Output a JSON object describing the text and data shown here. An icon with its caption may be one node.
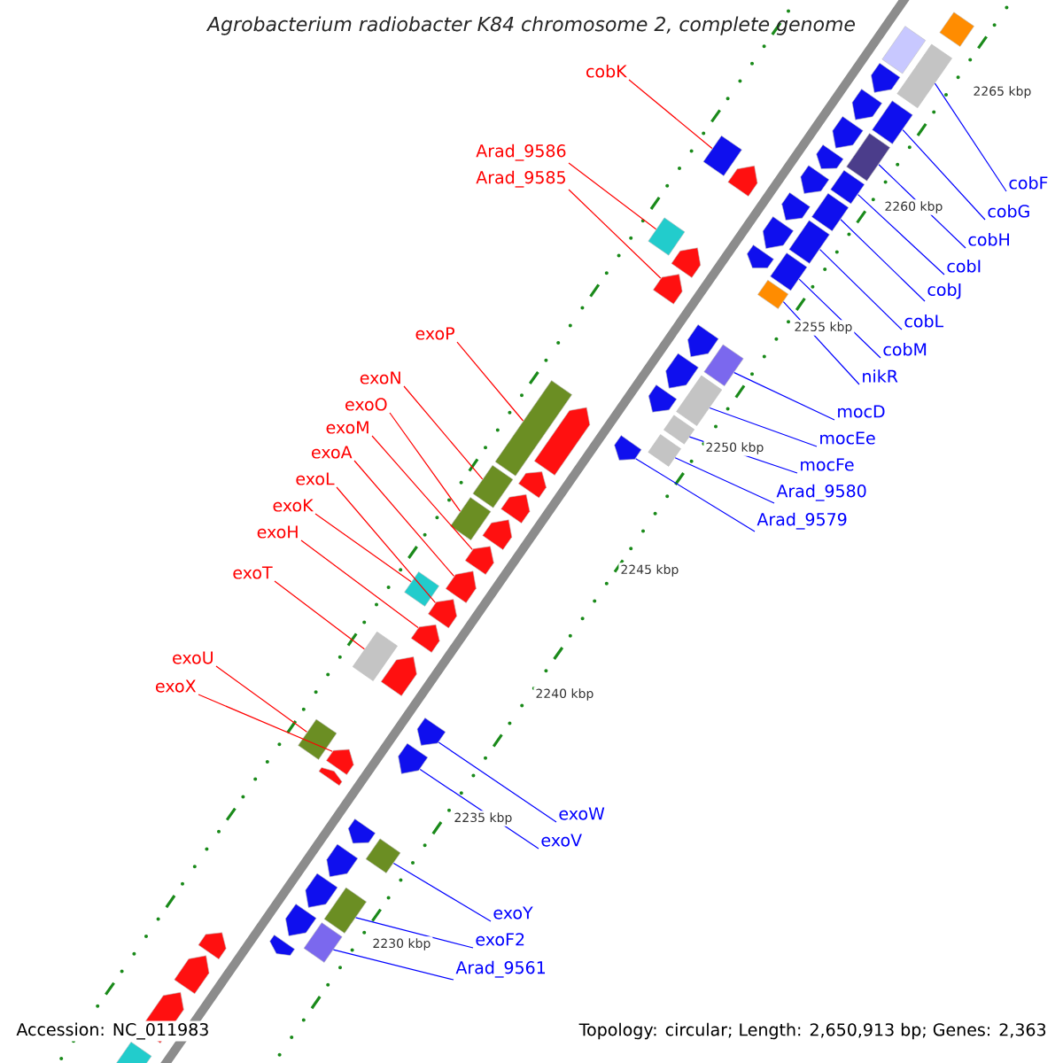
{
  "diagram": {
    "title": "Agrobacterium radiobacter K84 chromosome 2, complete genome",
    "nodes": [
      {
        "text": [
          "cobK"
        ]
      },
      {
        "text": [
          "cobF"
        ]
      },
      {
        "text": [
          "Arad_9586"
        ]
      },
      {
        "text": [
          "Arad_9585"
        ]
      },
      {
        "text": [
          "cobG"
        ]
      },
      {
        "text": [
          "cobH"
        ]
      },
      {
        "text": [
          "cobI"
        ]
      },
      {
        "text": [
          "cobJ"
        ]
      },
      {
        "text": [
          "cobL"
        ]
      },
      {
        "text": [
          "cobM"
        ]
      },
      {
        "text": [
          "nikR"
        ]
      },
      {
        "text": [
          "exoP"
        ]
      },
      {
        "text": [
          "exoN"
        ]
      },
      {
        "text": [
          "mocD"
        ]
      },
      {
        "text": [
          "exoO"
        ]
      },
      {
        "text": [
          "exoM"
        ]
      },
      {
        "text": [
          "mocEe"
        ]
      },
      {
        "text": [
          "exoA"
        ]
      },
      {
        "text": [
          "mocFe"
        ]
      },
      {
        "text": [
          "exoL"
        ]
      },
      {
        "text": [
          "Arad_9580"
        ]
      },
      {
        "text": [
          "exoK"
        ]
      },
      {
        "text": [
          "Arad_9579"
        ]
      },
      {
        "text": [
          "exoH"
        ]
      },
      {
        "text": [
          "exoT"
        ]
      },
      {
        "text": [
          "exoU"
        ]
      },
      {
        "text": [
          "exoX"
        ]
      },
      {
        "text": [
          "exoW"
        ]
      },
      {
        "text": [
          "exoV"
        ]
      },
      {
        "text": [
          "exoY"
        ]
      },
      {
        "text": [
          "exoF2"
        ]
      },
      {
        "text": [
          "Arad_9561"
        ]
      },
      {
        "text": [],
        "shape": "box"
      },
      {
        "text": [],
        "shape": "box"
      },
      {
        "text": [],
        "shape": "box"
      },
      {
        "text": [],
        "shape": "arrow"
      },
      {
        "text": [],
        "shape": "arrow"
      },
      {
        "text": [],
        "shape": "box"
      },
      {
        "text": [],
        "shape": "arrow"
      },
      {
        "text": [],
        "shape": "arrow"
      },
      {
        "text": [],
        "shape": "box"
      },
      {
        "text": [],
        "shape": "arrow"
      },
      {
        "text": [],
        "shape": "box"
      },
      {
        "text": [],
        "shape": "box"
      },
      {
        "text": [],
        "shape": "arrow"
      },
      {
        "text": [],
        "shape": "arrow"
      },
      {
        "text": [],
        "shape": "box"
      },
      {
        "text": [],
        "shape": "arrow"
      },
      {
        "text": [],
        "shape": "box"
      },
      {
        "text": [],
        "shape": "box"
      },
      {
        "text": [],
        "shape": "arrow"
      },
      {
        "text": [],
        "shape": "arrow"
      },
      {
        "text": [],
        "shape": "box"
      },
      {
        "text": [],
        "shape": "arrow"
      },
      {
        "text": [],
        "shape": "box"
      },
      {
        "text": [],
        "shape": "box"
      },
      {
        "text": [],
        "shape": "arrow"
      },
      {
        "text": [],
        "shape": "box"
      },
      {
        "text": [],
        "shape": "arrow"
      },
      {
        "text": [],
        "shape": "box"
      },
      {
        "text": [],
        "shape": "arrow"
      },
      {
        "text": [],
        "shape": "arrow"
      },
      {
        "text": [],
        "shape": "box"
      },
      {
        "text": [],
        "shape": "arrow"
      },
      {
        "text": [],
        "shape": "box"
      },
      {
        "text": [],
        "shape": "arrow"
      },
      {
        "text": [],
        "shape": "arrow"
      },
      {
        "text": [],
        "shape": "arrow"
      },
      {
        "text": [],
        "shape": "arrow"
      },
      {
        "text": [],
        "shape": "arrow"
      },
      {
        "text": [],
        "shape": "arrow"
      },
      {
        "text": [],
        "shape": "box"
      },
      {
        "text": [],
        "shape": "arrow"
      },
      {
        "text": [],
        "shape": "box"
      },
      {
        "text": [],
        "shape": "arrow"
      },
      {
        "text": [],
        "shape": "box"
      },
      {
        "text": [],
        "shape": "arrow"
      },
      {
        "text": [],
        "shape": "arrow"
      },
      {
        "text": [],
        "shape": "arrow"
      },
      {
        "text": [],
        "shape": "arrow"
      },
      {
        "text": [],
        "shape": "arrow"
      },
      {
        "text": [],
        "shape": "box"
      },
      {
        "text": [],
        "shape": "arrow"
      },
      {
        "text": [],
        "shape": "arrow"
      },
      {
        "text": [],
        "shape": "box"
      },
      {
        "text": [],
        "shape": "arrow"
      },
      {
        "text": [],
        "shape": "box"
      },
      {
        "text": [],
        "shape": "arrow"
      },
      {
        "text": [],
        "shape": "arrow"
      },
      {
        "text": [],
        "shape": "arrow"
      },
      {
        "text": [],
        "shape": "arrow"
      },
      {
        "text": [],
        "shape": "box"
      },
      {
        "text": [],
        "shape": "box"
      },
      {
        "text": [],
        "shape": "box"
      }
    ],
    "edges": [
      {
        "from": 0,
        "to": 57,
        "arrow": "none",
        "color": "#ff0000"
      },
      {
        "from": 1,
        "to": 33,
        "arrow": "none"
      },
      {
        "from": 2,
        "to": 59,
        "arrow": "none",
        "color": "#ff0000"
      },
      {
        "from": 3,
        "to": 61,
        "arrow": "none",
        "color": "#ff0000"
      },
      {
        "from": 4,
        "to": 37,
        "arrow": "none"
      },
      {
        "from": 5,
        "to": 40,
        "arrow": "none"
      },
      {
        "from": 6,
        "to": 42,
        "arrow": "none"
      },
      {
        "from": 7,
        "to": 43,
        "arrow": "none"
      },
      {
        "from": 8,
        "to": 46,
        "arrow": "none"
      },
      {
        "from": 9,
        "to": 48,
        "arrow": "none"
      },
      {
        "from": 10,
        "to": 49,
        "arrow": "none"
      },
      {
        "from": 11,
        "to": 62,
        "arrow": "none",
        "color": "#ff0000"
      },
      {
        "from": 12,
        "to": 64,
        "arrow": "none",
        "color": "#ff0000"
      },
      {
        "from": 13,
        "to": 52,
        "arrow": "none"
      },
      {
        "from": 14,
        "to": 92,
        "arrow": "none",
        "color": "#ff0000"
      },
      {
        "from": 15,
        "to": 68,
        "arrow": "none",
        "color": "#ff0000"
      },
      {
        "from": 16,
        "to": 54,
        "arrow": "none"
      },
      {
        "from": 17,
        "to": 69,
        "arrow": "none",
        "color": "#ff0000"
      },
      {
        "from": 18,
        "to": 55,
        "arrow": "none"
      },
      {
        "from": 19,
        "to": 70,
        "arrow": "none",
        "color": "#ff0000"
      },
      {
        "from": 20,
        "to": 93,
        "arrow": "none"
      },
      {
        "from": 21,
        "to": 71,
        "arrow": "none",
        "color": "#ff0000"
      },
      {
        "from": 22,
        "to": 56,
        "arrow": "none"
      },
      {
        "from": 23,
        "to": 72,
        "arrow": "none",
        "color": "#ff0000"
      },
      {
        "from": 24,
        "to": 73,
        "arrow": "none",
        "color": "#ff0000"
      },
      {
        "from": 25,
        "to": 75,
        "arrow": "none",
        "color": "#ff0000"
      },
      {
        "from": 26,
        "to": 76,
        "arrow": "none",
        "color": "#ff0000"
      },
      {
        "from": 27,
        "to": 78,
        "arrow": "none"
      },
      {
        "from": 28,
        "to": 79,
        "arrow": "none"
      },
      {
        "from": 29,
        "to": 81,
        "arrow": "none"
      },
      {
        "from": 30,
        "to": 84,
        "arrow": "none"
      },
      {
        "from": 31,
        "to": 86,
        "arrow": "none"
      }
    ],
    "labels": [
      "2265 kbp",
      "2260 kbp",
      "2255 kbp",
      "2250 kbp",
      "2245 kbp",
      "2240 kbp",
      "2235 kbp",
      "2230 kbp",
      "Accession: NC_011983",
      "Topology: circular; Length: 2,650,913 bp; Genes: 2,363"
    ]
  }
}
